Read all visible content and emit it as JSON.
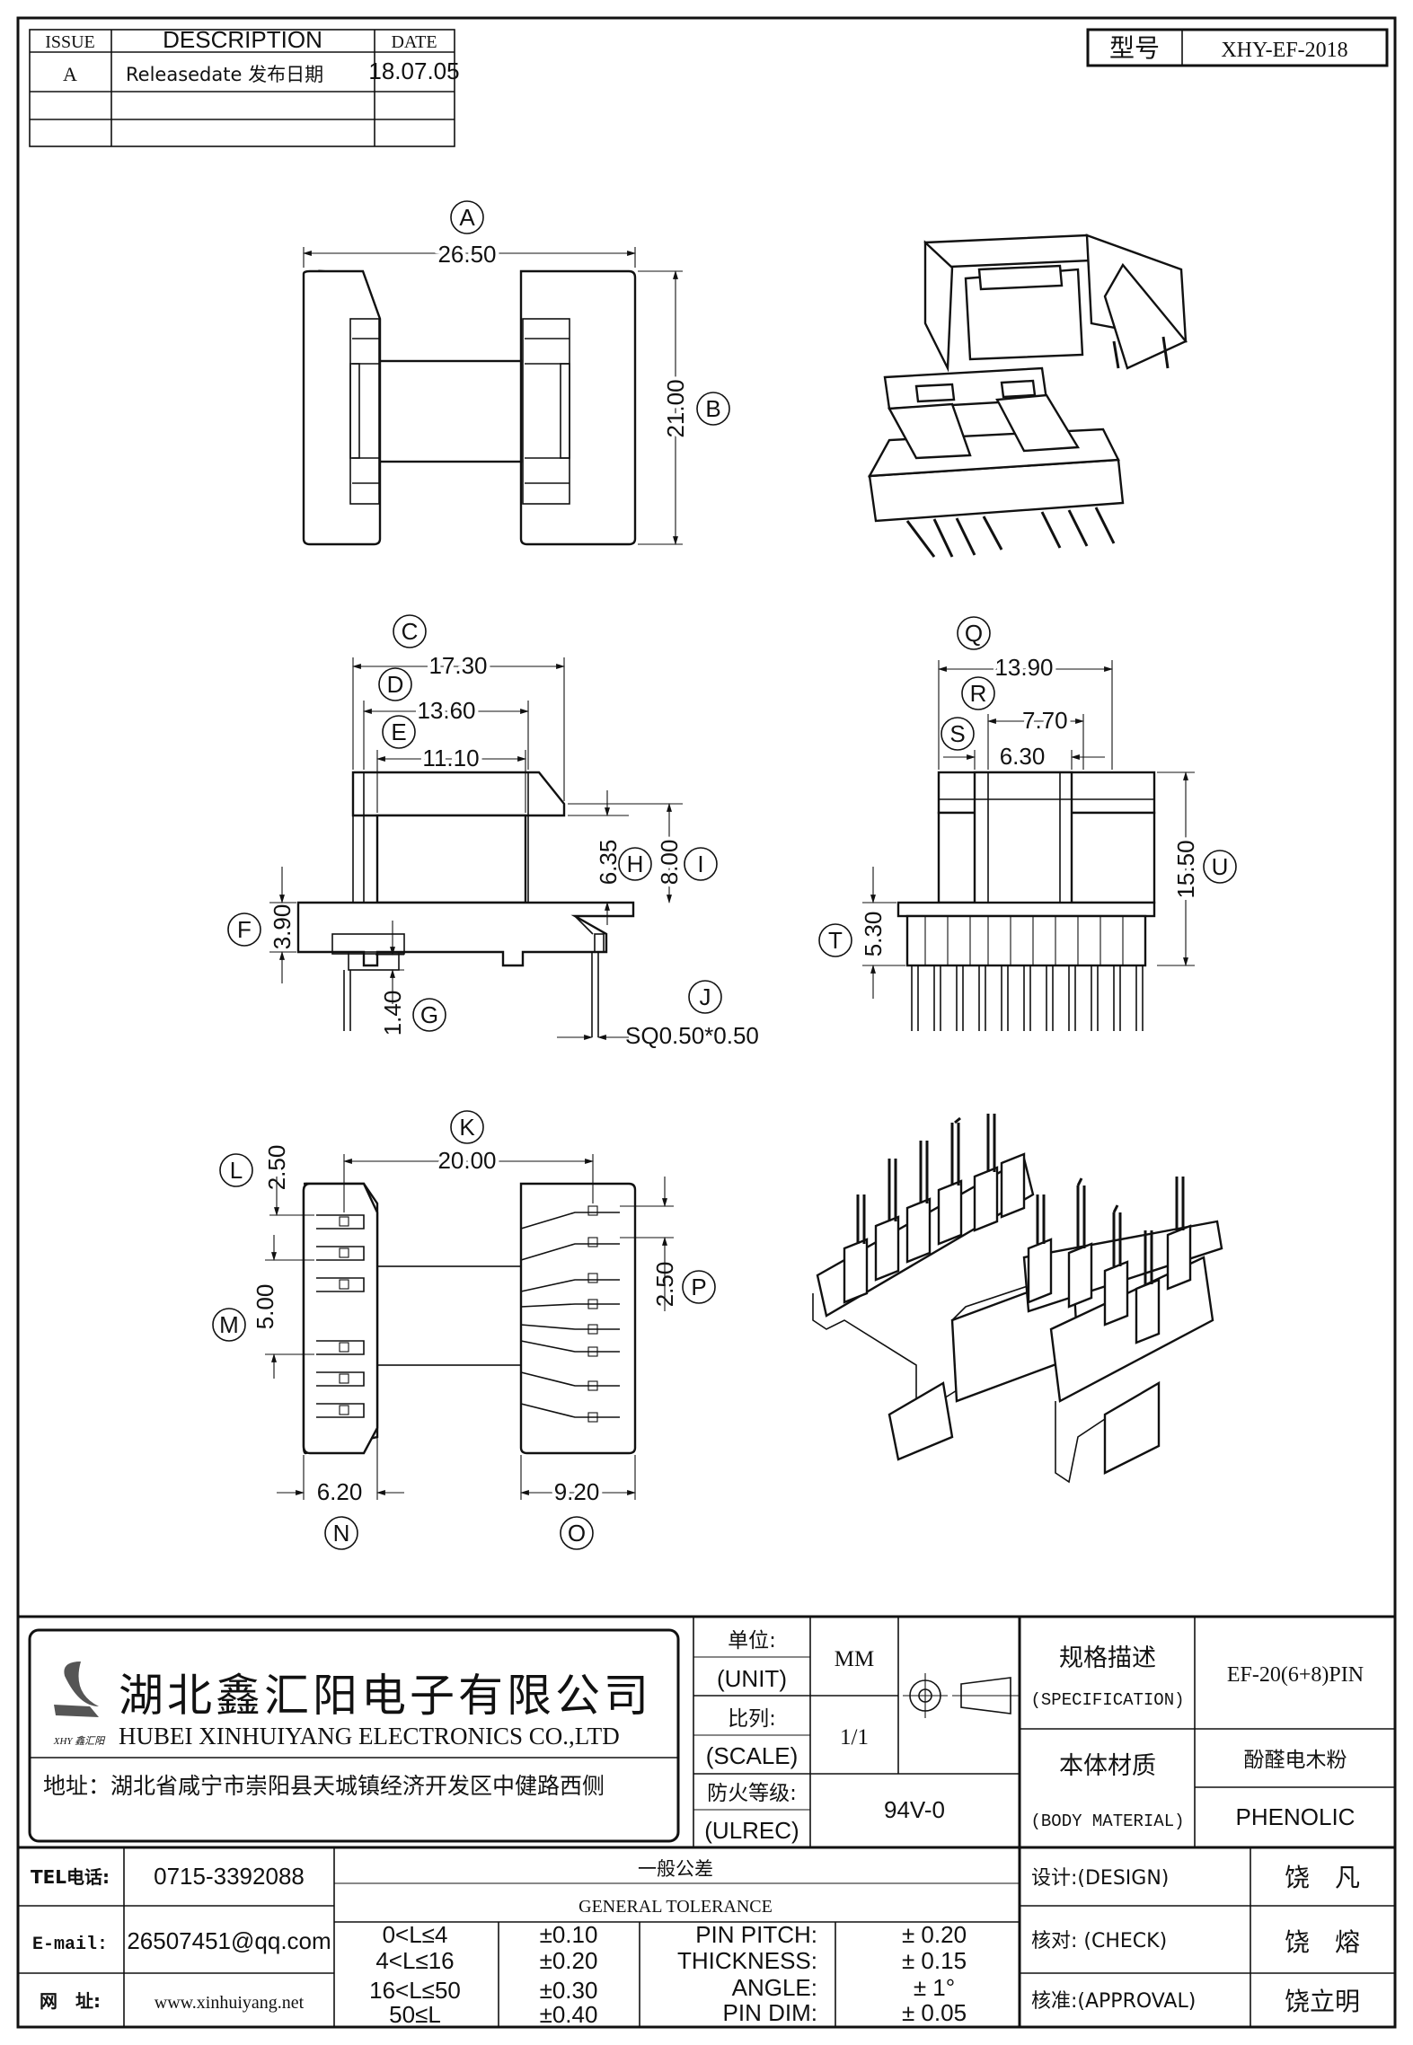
{
  "revision_table": {
    "headers": [
      "ISSUE",
      "DESCRIPTION",
      "DATE"
    ],
    "rows": [
      [
        "A",
        "Releasedate 发布日期",
        "18.07.05"
      ],
      [
        "",
        "",
        ""
      ],
      [
        "",
        "",
        ""
      ]
    ]
  },
  "model": {
    "label": "型号",
    "value": "XHY-EF-2018"
  },
  "dimensions": {
    "A": "26.50",
    "B": "21.00",
    "C": "17.30",
    "D": "13.60",
    "E": "11.10",
    "F": "3.90",
    "G": "1.40",
    "H": "6.35",
    "I": "8.00",
    "J": "SQ0.50*0.50",
    "Q": "13.90",
    "R": "7.70",
    "S": "6.30",
    "T": "5.30",
    "U": "15.50",
    "K": "20.00",
    "L": "2.50",
    "M": "5.00",
    "N": "6.20",
    "O": "9.20",
    "P": "2.50"
  },
  "company": {
    "name_cn": "湖北鑫汇阳电子有限公司",
    "name_en": "HUBEI XINHUIYANG ELECTRONICS CO.,LTD",
    "address": "地址：湖北省咸宁市崇阳县天城镇经济开发区中健路西侧",
    "logo_text": "XHY 鑫汇阳"
  },
  "unit": {
    "label_cn": "单位:",
    "label_en": "(UNIT)",
    "value": "MM"
  },
  "scale": {
    "label_cn": "比列:",
    "label_en": "(SCALE)",
    "value": "1/1"
  },
  "fire": {
    "label_cn": "防火等级:",
    "label_en": "(ULREC)",
    "value": "94V-0"
  },
  "spec": {
    "label_cn": "规格描述",
    "label_en": "(SPECIFICATION)",
    "value": "EF-20(6+8)PIN"
  },
  "material": {
    "label_cn": "本体材质",
    "label_en": "(BODY MATERIAL)",
    "value_cn": "酚醛电木粉",
    "value_en": "PHENOLIC"
  },
  "contact": {
    "tel_label": "TEL电话:",
    "tel": "0715-3392088",
    "email_label": "E-mail:",
    "email": "26507451@qq.com",
    "web_label": "网　址:",
    "web": "www.xinhuiyang.net"
  },
  "tolerance": {
    "title_cn": "一般公差",
    "title_en": "GENERAL TOLERANCE",
    "ranges": [
      [
        "0<L≤4",
        "±0.10"
      ],
      [
        "4<L≤16",
        "±0.20"
      ],
      [
        "16<L≤50",
        "±0.30"
      ],
      [
        "50≤L",
        "±0.40"
      ]
    ],
    "others": [
      [
        "PIN PITCH:",
        "±  0.20"
      ],
      [
        "THICKNESS:",
        "±  0.15"
      ],
      [
        "ANGLE:",
        "±  1°"
      ],
      [
        "PIN DIM:",
        "±  0.05"
      ]
    ]
  },
  "signoff": {
    "design_label": "设计:(DESIGN)",
    "design_name": "饶　凡",
    "check_label": "核对: (CHECK)",
    "check_name": "饶　熔",
    "approval_label": "核准:(APPROVAL)",
    "approval_name": "饶立明"
  }
}
